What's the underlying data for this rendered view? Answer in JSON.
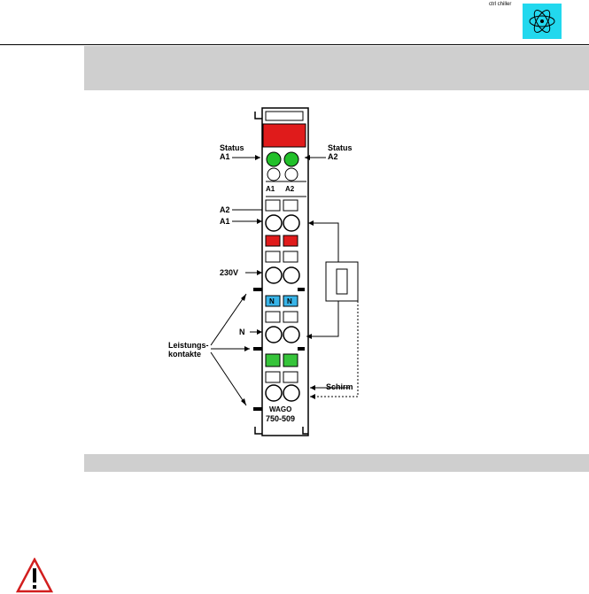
{
  "header": {
    "small_logo_text": "ctrl chiller"
  },
  "icons": {
    "badge": "atom-logo-icon",
    "warning": "warning-icon"
  },
  "colors": {
    "badge": "#22d8ee",
    "band": "#cfcfcf",
    "status_led": "#22c02a",
    "phase": "#e01b1b",
    "neutral": "#38b4e8",
    "ground": "#36c43a"
  },
  "figure": {
    "status_a1": "Status\nA1",
    "status_a2": "Status\nA2",
    "a2_label": "A2",
    "a1_label": "A1",
    "v230_label": "230V",
    "n_label": "N",
    "leistung_label": "Leistungs-\nkontakte",
    "schirm_label": "Schirm",
    "slot_a1": "A1",
    "slot_a2": "A2",
    "n1": "N",
    "n2": "N",
    "brand": "WAGO",
    "model": "750-509"
  }
}
